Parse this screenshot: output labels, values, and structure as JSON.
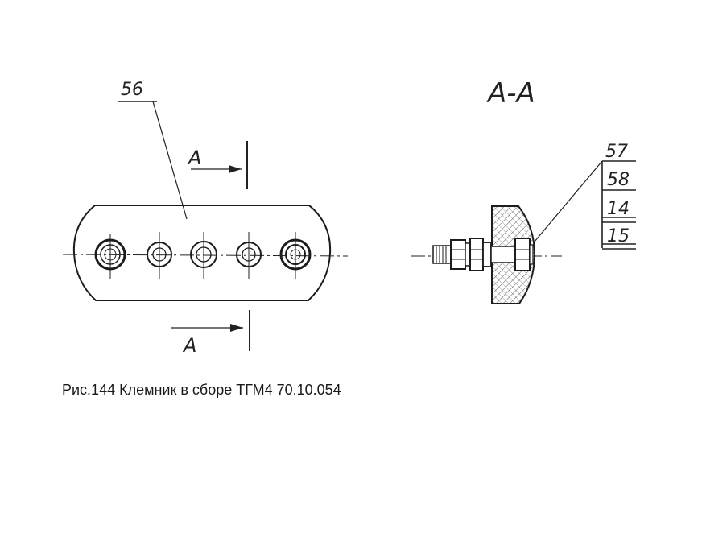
{
  "diagram": {
    "leader_56": "56",
    "section_mark_top": "А",
    "section_mark_bottom": "А",
    "section_title": "А-А",
    "callouts": [
      "57",
      "58",
      "14",
      "15"
    ]
  },
  "caption": "Рис.144 Клемник в сборе ТГМ4 70.10.054",
  "colors": {
    "ink": "#1c1c1c",
    "paper": "#ffffff"
  }
}
